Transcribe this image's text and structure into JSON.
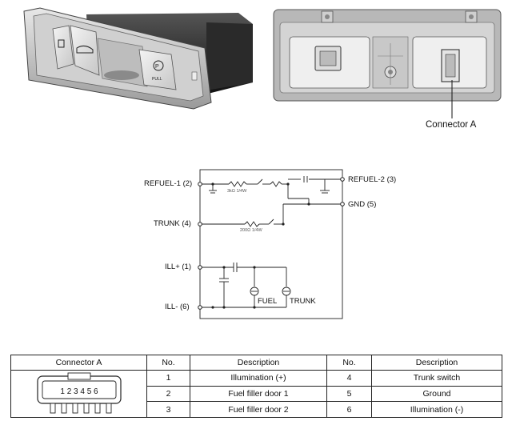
{
  "photos": {
    "switch_pack": "switch-assembly-front",
    "back_view": "switch-assembly-rear",
    "switch_labels": {
      "pull": "PULL"
    }
  },
  "callout": {
    "connector_a": "Connector A"
  },
  "circuit": {
    "terminals": {
      "refuel1": "REFUEL-1 (2)",
      "refuel2": "REFUEL-2 (3)",
      "gnd": "GND (5)",
      "trunk": "TRUNK (4)",
      "ill_plus": "ILL+ (1)",
      "ill_minus": "ILL- (6)"
    },
    "components": {
      "r1": "3kΩ 1/4W",
      "r2": "200Ω 1/4W",
      "lamp_fuel": "FUEL",
      "lamp_trunk": "TRUNK"
    }
  },
  "table": {
    "headers": [
      "Connector A",
      "No.",
      "Description",
      "No.",
      "Description"
    ],
    "pin_numbers": "1 2 3 4 5 6",
    "rows": [
      {
        "no_a": "1",
        "desc_a": "Illumination (+)",
        "no_b": "4",
        "desc_b": "Trunk switch"
      },
      {
        "no_a": "2",
        "desc_a": "Fuel filler door 1",
        "no_b": "5",
        "desc_b": "Ground"
      },
      {
        "no_a": "3",
        "desc_a": "Fuel filler door 2",
        "no_b": "6",
        "desc_b": "Illumination (-)"
      }
    ]
  }
}
